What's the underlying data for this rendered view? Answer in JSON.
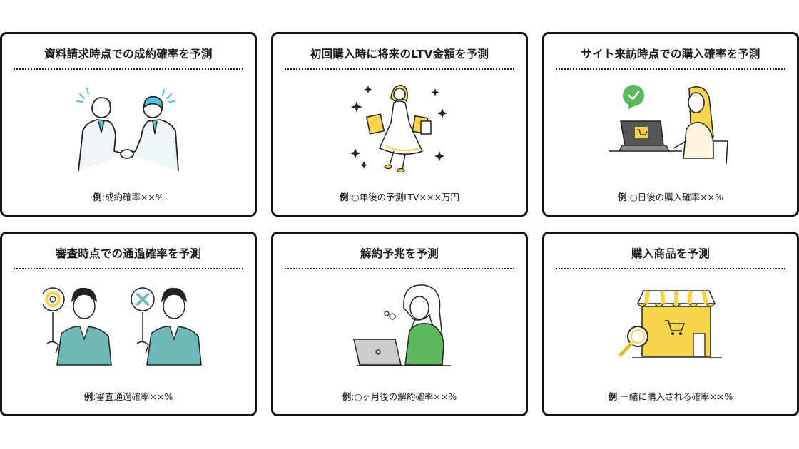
{
  "cards": [
    {
      "title": "資料請求時点での成約確率を予測",
      "example_label": "例",
      "example_text": ":成約確率××%",
      "illustration": "handshake-illustration"
    },
    {
      "title": "初回購入時に将来のLTV金額を予測",
      "example_label": "例",
      "example_text": ":○年後の予測LTV×××万円",
      "illustration": "shopping-woman-illustration"
    },
    {
      "title": "サイト来訪時点での購入確率を予測",
      "example_label": "例",
      "example_text": ":○日後の購入確率××%",
      "illustration": "online-shopping-illustration"
    },
    {
      "title": "審査時点での通過確率を予測",
      "example_label": "例",
      "example_text": ":審査通過確率××%",
      "illustration": "review-pass-fail-illustration"
    },
    {
      "title": "解約予兆を予測",
      "example_label": "例",
      "example_text": ":○ヶ月後の解約確率××%",
      "illustration": "worried-woman-laptop-illustration"
    },
    {
      "title": "購入商品を予測",
      "example_label": "例",
      "example_text": ":一緒に購入される確率××%",
      "illustration": "shop-magnifier-illustration"
    }
  ],
  "colors": {
    "accent_blue": "#4ec3dd",
    "accent_yellow": "#f7d44a",
    "accent_green": "#5cb85c",
    "accent_teal": "#6fb8b8",
    "border": "#111111"
  }
}
